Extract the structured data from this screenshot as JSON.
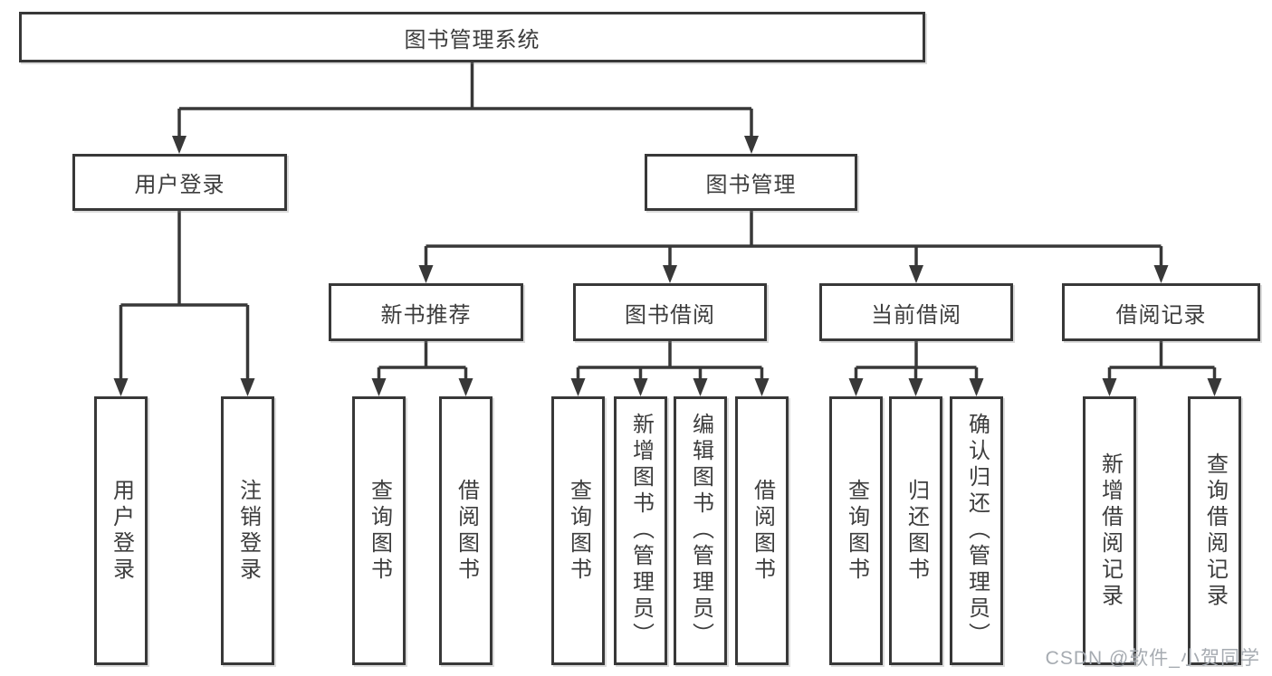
{
  "diagram": {
    "root": {
      "label": "图书管理系统"
    },
    "level2": [
      {
        "label": "用户登录"
      },
      {
        "label": "图书管理"
      }
    ],
    "level3": [
      {
        "label": "新书推荐"
      },
      {
        "label": "图书借阅"
      },
      {
        "label": "当前借阅"
      },
      {
        "label": "借阅记录"
      }
    ],
    "leaves": {
      "user_login": [
        "用户登录",
        "注销登录"
      ],
      "new_book_rec": [
        "查询图书",
        "借阅图书"
      ],
      "book_borrow": [
        "查询图书",
        "新增图书（管理员）",
        "编辑图书（管理员）",
        "借阅图书"
      ],
      "current_borrow": [
        "查询图书",
        "归还图书",
        "确认归还（管理员）"
      ],
      "borrow_records": [
        "新增借阅记录",
        "查询借阅记录"
      ]
    }
  },
  "watermark": {
    "text": "CSDN @软件_小贺同学"
  },
  "colors": {
    "line": "#383838",
    "box_border": "#383838",
    "text": "#3d3d3d",
    "background": "#ffffff",
    "watermark": "#a6abb1"
  }
}
